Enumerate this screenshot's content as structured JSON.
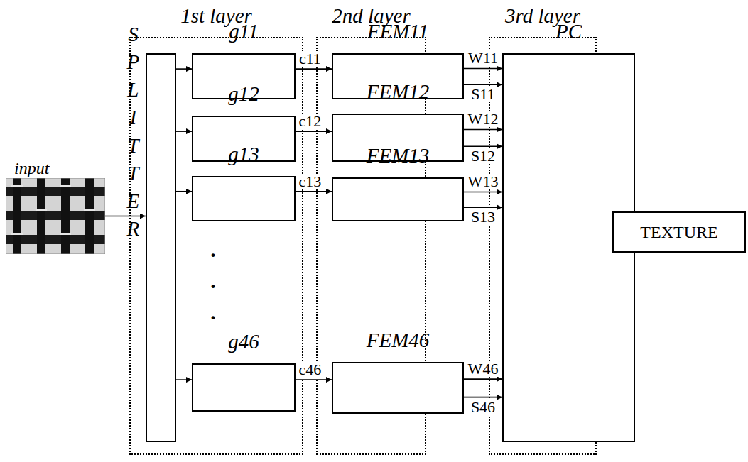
{
  "diagram": {
    "nodes": [
      {
        "text": [
          "input"
        ]
      },
      {
        "text": [
          "1st layer"
        ]
      },
      {
        "text": [
          "SPLITTER"
        ],
        "in": 1
      },
      {
        "text": [
          "g11"
        ],
        "in": 1
      },
      {
        "text": [
          "g12"
        ],
        "in": 1
      },
      {
        "text": [
          "g13"
        ],
        "in": 1
      },
      {
        "text": [
          "g46"
        ],
        "in": 1
      },
      {
        "text": [
          "2nd layer"
        ]
      },
      {
        "text": [
          "FEM11"
        ],
        "in": 7
      },
      {
        "text": [
          "FEM12"
        ],
        "in": 7
      },
      {
        "text": [
          "FEM13"
        ],
        "in": 7
      },
      {
        "text": [
          "FEM46"
        ],
        "in": 7
      },
      {
        "text": [
          "3rd layer"
        ]
      },
      {
        "text": [
          "PC"
        ],
        "in": 12
      },
      {
        "text": [
          "TEXTURE"
        ]
      }
    ],
    "edges": [
      {
        "from": 0,
        "to": 2,
        "arrow": "to"
      },
      {
        "from": 2,
        "to": 3,
        "arrow": "to"
      },
      {
        "from": 2,
        "to": 4,
        "arrow": "to"
      },
      {
        "from": 2,
        "to": 5,
        "arrow": "to"
      },
      {
        "from": 2,
        "to": 6,
        "arrow": "to"
      },
      {
        "from": 3,
        "to": 8,
        "label": "c11",
        "arrow": "to"
      },
      {
        "from": 4,
        "to": 9,
        "label": "c12",
        "arrow": "to"
      },
      {
        "from": 5,
        "to": 10,
        "label": "c13",
        "arrow": "to"
      },
      {
        "from": 6,
        "to": 11,
        "label": "c46",
        "arrow": "to"
      },
      {
        "from": 8,
        "to": 13,
        "label": "W11",
        "arrow": "to"
      },
      {
        "from": 8,
        "to": 13,
        "label": "S11",
        "arrow": "to"
      },
      {
        "from": 9,
        "to": 13,
        "label": "W12",
        "arrow": "to"
      },
      {
        "from": 9,
        "to": 13,
        "label": "S12",
        "arrow": "to"
      },
      {
        "from": 10,
        "to": 13,
        "label": "W13",
        "arrow": "to"
      },
      {
        "from": 10,
        "to": 13,
        "label": "S13",
        "arrow": "to"
      },
      {
        "from": 11,
        "to": 13,
        "label": "W46",
        "arrow": "to"
      },
      {
        "from": 11,
        "to": 13,
        "label": "S46",
        "arrow": "to"
      },
      {
        "from": 13,
        "to": 14,
        "arrow": "to"
      }
    ],
    "labels": [
      ".",
      ".",
      "."
    ]
  }
}
